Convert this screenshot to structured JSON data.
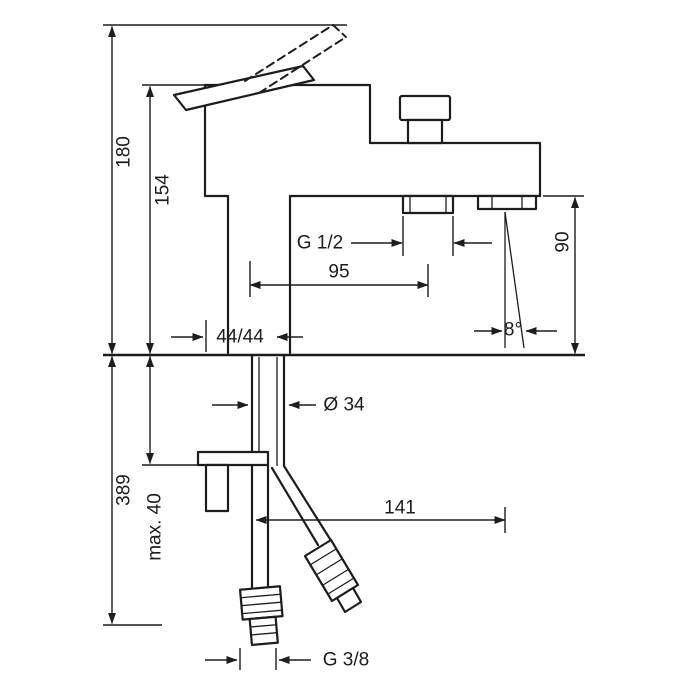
{
  "drawing": {
    "colors": {
      "line": "#1d1d1b",
      "background": "#ffffff"
    },
    "dimensions": {
      "total_height": "180",
      "body_height": "154",
      "spout_height": "90",
      "shower_outlet_thread": "G 1/2",
      "outlet_spacing": "95",
      "base_depth": "44/44",
      "spray_angle": "8°",
      "shank_diameter": "Ø 34",
      "below_deck_length": "389",
      "max_deck_thickness": "max. 40",
      "hose_reach": "141",
      "hose_thread": "G 3/8"
    }
  }
}
